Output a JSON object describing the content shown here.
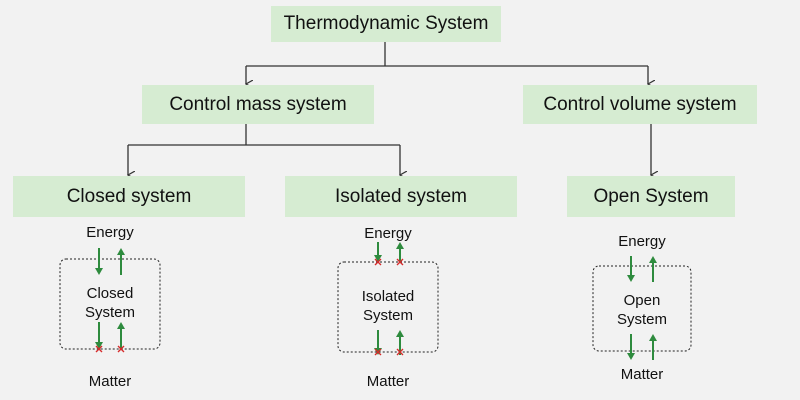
{
  "root": {
    "label": "Thermodynamic System"
  },
  "level1": [
    {
      "label": "Control mass system"
    },
    {
      "label": "Control volume system"
    }
  ],
  "level2": [
    {
      "label": "Closed system"
    },
    {
      "label": "Isolated system"
    },
    {
      "label": "Open System"
    }
  ],
  "systems": [
    {
      "energy": "Energy",
      "name_line1": "Closed",
      "name_line2": "System",
      "matter": "Matter",
      "energy_blocked": false,
      "matter_blocked": true
    },
    {
      "energy": "Energy",
      "name_line1": "Isolated",
      "name_line2": "System",
      "matter": "Matter",
      "energy_blocked": true,
      "matter_blocked": true
    },
    {
      "energy": "Energy",
      "name_line1": "Open",
      "name_line2": "System",
      "matter": "Matter",
      "energy_blocked": false,
      "matter_blocked": false
    }
  ],
  "colors": {
    "box_fill": "#d6ecd2",
    "arrow": "#2e8b3e",
    "blocked_mark": "#d62b2b",
    "connector": "#333333",
    "background": "#f2f2f2"
  }
}
